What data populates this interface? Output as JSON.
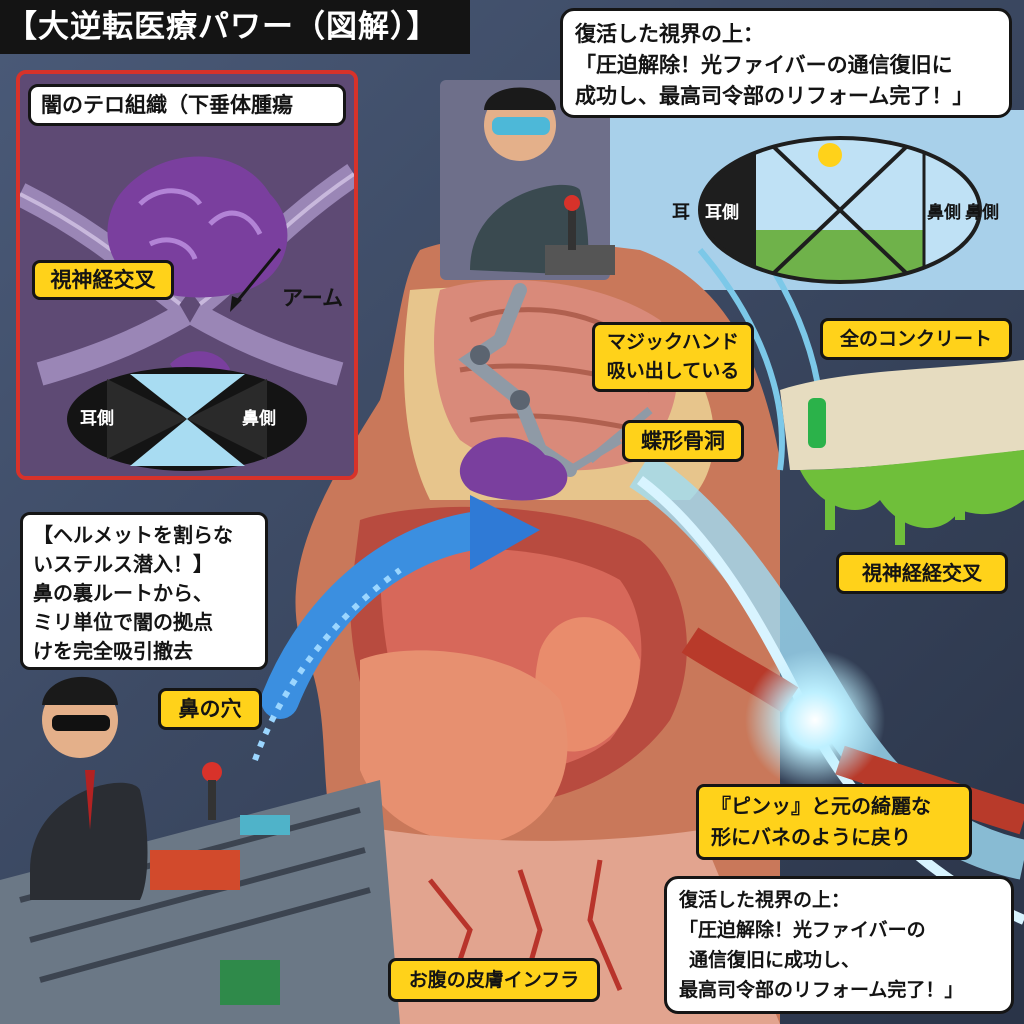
{
  "title": "【大逆転医療パワー（図解）】",
  "top_speech": {
    "lines": [
      "復活した視界の上：",
      "「圧迫解除！光ファイバーの通信復旧に",
      "成功し、最高司令部のリフォーム完了！」"
    ]
  },
  "vision_field_top": {
    "left_outer": "耳",
    "left_inner": "耳側",
    "right_inner": "鼻側",
    "right_outer": "鼻側"
  },
  "inset": {
    "caption": "闇のテロ組織（下垂体腫瘍",
    "optic_label": "視神経交叉",
    "arm_label": "アーム",
    "vision_left": "耳側",
    "vision_right": "鼻側"
  },
  "labels": {
    "magic_hand_1": "マジックハンド",
    "magic_hand_2": "吸い出している",
    "sphenoid": "蝶形骨洞",
    "concrete": "全のコンクリート",
    "optic_chiasm": "視神経経交叉",
    "nostril": "鼻の穴",
    "infra": "お腹の皮膚インフラ"
  },
  "stealth_box": {
    "lines": [
      "【ヘルメットを割らな",
      "いステルス潜入！】",
      "鼻の裏ルートから、",
      "ミリ単位で闇の拠点",
      "けを完全吸引撤去"
    ]
  },
  "spring_box": {
    "lines": [
      "『ピンッ』と元の綺麗な",
      "形にバネのように戻り"
    ]
  },
  "bottom_speech": {
    "lines": [
      "復活した視界の上：",
      "「圧迫解除！光ファイバーの",
      "通信復旧に成功し、",
      "最高司令部のリフォーム完了！」"
    ]
  },
  "colors": {
    "title_bg": "#141414",
    "label_bg": "#ffd21a",
    "inset_border": "#d8322a",
    "tumor": "#7a3f9e",
    "concrete_slime": "#6fbf3a",
    "optic_fiber": "#9fdcf5"
  }
}
